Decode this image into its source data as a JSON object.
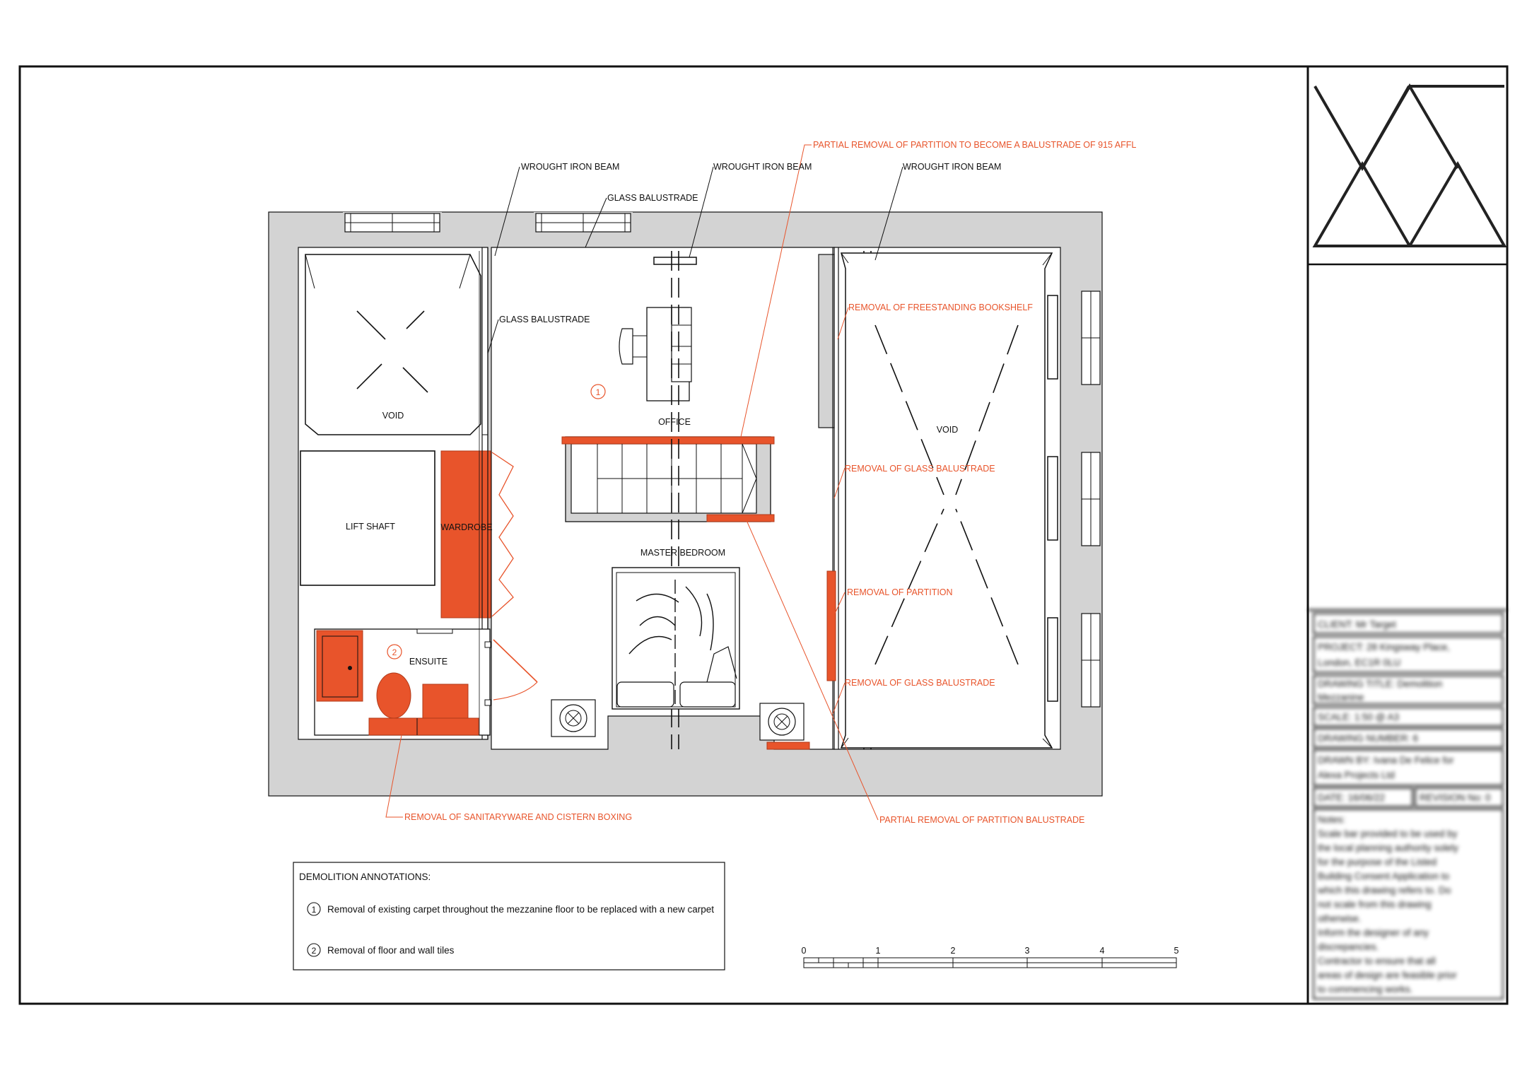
{
  "colors": {
    "demolition": "#e8542b",
    "wall": "#d3d3d3",
    "line": "#111111"
  },
  "rooms": {
    "void_left": "VOID",
    "void_right": "VOID",
    "office": "OFFICE",
    "lift_shaft": "LIFT SHAFT",
    "wardrobe": "WARDROBE",
    "ensuite": "ENSUITE",
    "master_bedroom": "MASTER BEDROOM"
  },
  "labels": {
    "wrought_iron_beam": "WROUGHT IRON BEAM",
    "glass_balustrade": "GLASS BALUSTRADE"
  },
  "demolition_labels": {
    "partial_partition_balustrade_915": "PARTIAL REMOVAL OF PARTITION TO BECOME A BALUSTRADE OF 915 AFFL",
    "freestanding_bookshelf": "REMOVAL OF FREESTANDING BOOKSHELF",
    "glass_balustrade": "REMOVAL OF GLASS BALUSTRADE",
    "partition": "REMOVAL OF PARTITION",
    "sanitaryware": "REMOVAL OF SANITARYWARE AND CISTERN BOXING",
    "partial_partition_balustrade": "PARTIAL REMOVAL OF PARTITION BALUSTRADE"
  },
  "markers": {
    "one": "1",
    "two": "2"
  },
  "annotations": {
    "title": "DEMOLITION ANNOTATIONS:",
    "items": [
      {
        "num": "1",
        "text": "Removal of existing carpet throughout the mezzanine floor to be replaced with a new carpet"
      },
      {
        "num": "2",
        "text": "Removal of floor and wall tiles"
      }
    ]
  },
  "scale_bar": {
    "ticks": [
      "0",
      "1",
      "2",
      "3",
      "4",
      "5"
    ]
  },
  "title_block": {
    "client": "CLIENT: Mr Target",
    "project_1": "PROJECT: 28 Kingsway Place,",
    "project_2": "London, EC1R 0LU",
    "drawing_title_1": "DRAWING TITLE: Demolition",
    "drawing_title_2": "Mezzanine",
    "scale": "SCALE: 1:50 @ A3",
    "drawing_number": "DRAWING NUMBER: 6",
    "drawn_by_1": "DRAWN BY: Ivana De Felice for",
    "drawn_by_2": "Alexa Projects Ltd",
    "date": "DATE: 16/06/22",
    "revision": "REVISION No: 0",
    "notes": [
      "Notes:",
      "Scale bar provided to be used by",
      "the local planning authority solely",
      "for the purpose of the Listed",
      "Building Consent Application to",
      "which this drawing refers to. Do",
      "not scale from this drawing",
      "otherwise.",
      "Inform the designer of any",
      "discrepancies.",
      "Contractor to ensure that all",
      "areas of design are feasible prior",
      "to commencing works."
    ]
  }
}
